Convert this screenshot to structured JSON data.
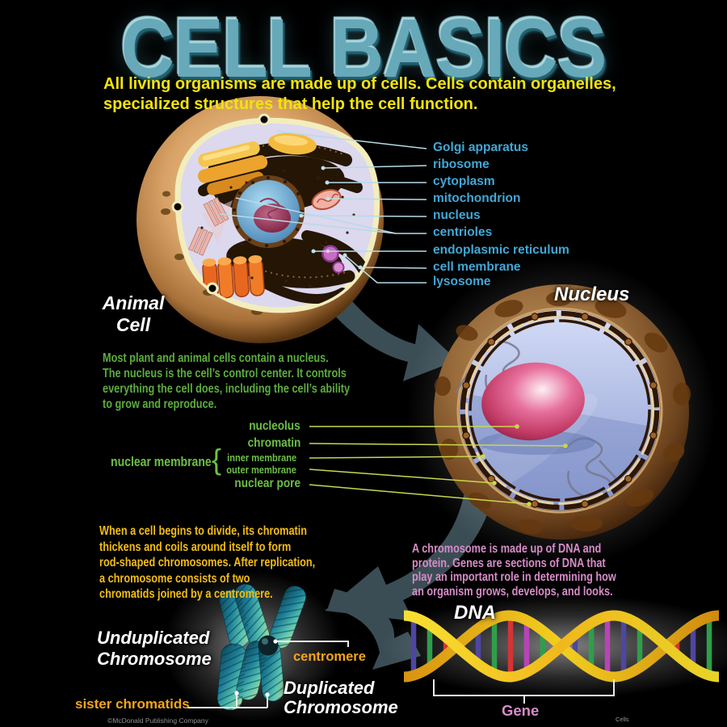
{
  "poster": {
    "title": "CELL BASICS",
    "intro": "All living organisms are made up of cells. Cells contain organelles,\nspecialized structures that help the cell function.",
    "credit": "©McDonald Publishing Company",
    "corner_tag": "Cells"
  },
  "animal_cell": {
    "heading": "Animal\nCell",
    "labels": [
      "Golgi apparatus",
      "ribosome",
      "cytoplasm",
      "mitochondrion",
      "nucleus",
      "centrioles",
      "endoplasmic reticulum",
      "cell membrane",
      "lysosome"
    ]
  },
  "nucleus_section": {
    "heading": "Nucleus",
    "paragraph": "Most plant and animal cells contain a nucleus.\nThe nucleus is the cell’s control center. It controls\neverything the cell does, including the cell’s ability\nto grow and reproduce.",
    "labels": {
      "nucleolus": "nucleolus",
      "chromatin": "chromatin",
      "nuclear_membrane": "nuclear membrane",
      "brace": "{",
      "inner_membrane": "inner membrane",
      "outer_membrane": "outer membrane",
      "nuclear_pore": "nuclear pore"
    }
  },
  "chromosome_section": {
    "paragraph": "When a cell begins to divide, its chromatin\nthickens and coils around itself to form\nrod-shaped chromosomes. After replication,\na chromosome consists of two\nchromatids joined by a centromere.",
    "unduplicated_label": "Unduplicated\nChromosome",
    "duplicated_label": "Duplicated\nChromosome",
    "centromere_label": "centromere",
    "sister_chromatids_label": "sister chromatids"
  },
  "dna_section": {
    "paragraph": "A chromosome is made up of DNA and\nprotein. Genes are sections of DNA that\nplay an important role in determining how\nan organism grows, develops, and looks.",
    "heading": "DNA",
    "gene_label": "Gene"
  },
  "colors": {
    "background": "#000000",
    "title_teal": "#67a9b9",
    "intro_yellow": "#f2e30c",
    "organelle_label_blue": "#42a7d6",
    "green_text": "#5cad3e",
    "green_label": "#6cbf45",
    "leader_chartreuse": "#c9d650",
    "leader_pale_blue": "#b5dbe8",
    "yellow_text": "#f2bd13",
    "pink_text": "#d78cc8",
    "gold_label": "#f2a51a",
    "arrow_slate": "#3d5158",
    "chromosome_teal": "#2f9aa8",
    "dna_gold": "#f0c818"
  }
}
